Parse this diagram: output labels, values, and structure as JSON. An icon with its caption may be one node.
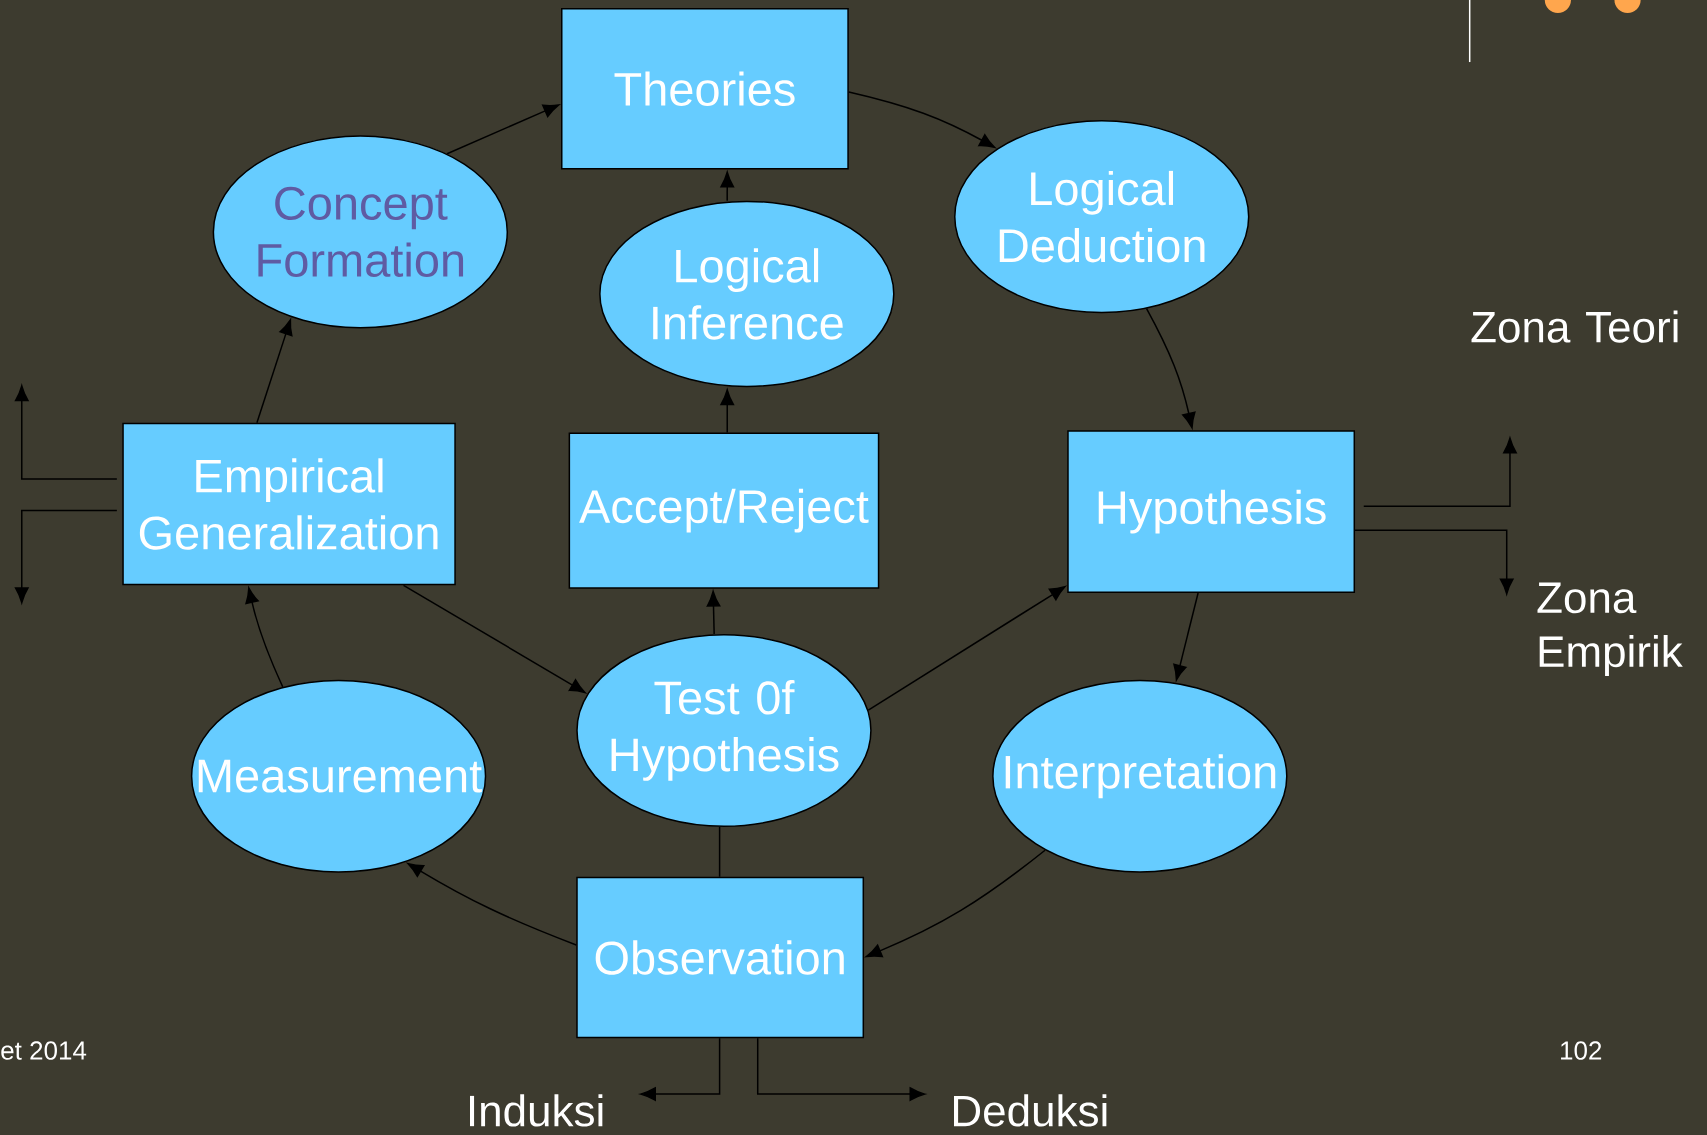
{
  "diagram": {
    "nodes": [
      {
        "text": [
          "Theories"
        ]
      },
      {
        "text": [
          "Concept Formation"
        ]
      },
      {
        "text": [
          "Logical Inference"
        ]
      },
      {
        "text": [
          "Logical Deduction"
        ]
      },
      {
        "text": [
          "Empirical Generalization"
        ]
      },
      {
        "text": [
          "Accept/Reject"
        ]
      },
      {
        "text": [
          "Hypothesis"
        ]
      },
      {
        "text": [
          "Measurement"
        ]
      },
      {
        "text": [
          "Test 0f Hypothesis"
        ]
      },
      {
        "text": [
          "Interpretation"
        ]
      },
      {
        "text": [
          "Observation"
        ]
      },
      {
        "text": [
          "Zona Teori"
        ]
      },
      {
        "text": [
          "Zona Empirik"
        ]
      },
      {
        "text": [
          "Induksi"
        ]
      },
      {
        "text": [
          "Deduksi"
        ]
      }
    ],
    "edges": [
      {
        "from": 1,
        "to": 0,
        "arrow": "to"
      },
      {
        "from": 0,
        "to": 3,
        "arrow": "to"
      },
      {
        "from": 3,
        "to": 6,
        "arrow": "to"
      },
      {
        "from": 6,
        "to": 9,
        "arrow": "to"
      },
      {
        "from": 9,
        "to": 10,
        "arrow": "to"
      },
      {
        "from": 10,
        "to": 7,
        "arrow": "to"
      },
      {
        "from": 7,
        "to": 4,
        "arrow": "to"
      },
      {
        "from": 4,
        "to": 1,
        "arrow": "to"
      },
      {
        "from": 4,
        "to": 8,
        "arrow": "to"
      },
      {
        "from": 8,
        "to": 6,
        "arrow": "to"
      },
      {
        "from": 8,
        "to": 5,
        "arrow": "to"
      },
      {
        "from": 5,
        "to": 2,
        "arrow": "to"
      },
      {
        "from": 2,
        "to": 0,
        "arrow": "to"
      },
      {
        "from": 10,
        "to": 8,
        "arrow": "none"
      },
      {
        "from": 6,
        "to": 11,
        "arrow": "to"
      },
      {
        "from": 6,
        "to": 12,
        "arrow": "to"
      },
      {
        "from": 4,
        "to": null,
        "arrow": "to"
      },
      {
        "from": 4,
        "to": null,
        "arrow": "to"
      },
      {
        "from": 10,
        "to": 13,
        "arrow": "to"
      },
      {
        "from": 10,
        "to": 14,
        "arrow": "to"
      }
    ],
    "labels": [
      "et 2014",
      "102"
    ]
  }
}
